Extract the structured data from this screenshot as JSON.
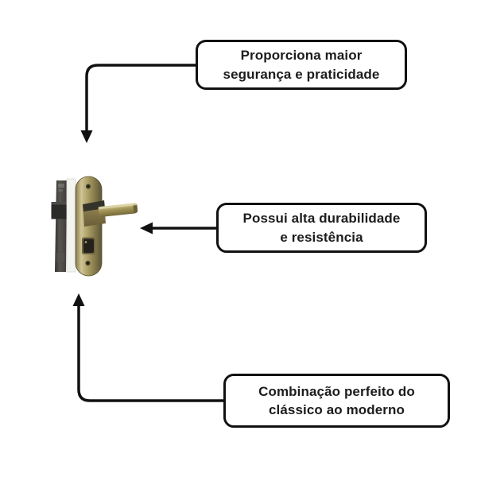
{
  "style": {
    "background": "#ffffff",
    "box_fill": "#ffffff",
    "box_border_color": "#111111",
    "text_color": "#1c1c1c",
    "arrow_color": "#111111"
  },
  "product": {
    "colors": {
      "plate_brass": "#a4985f",
      "plate_highlight": "#cfc494",
      "plate_shadow": "#5e5435",
      "handle_brass": "#a29355",
      "handle_highlight": "#d6cc9e",
      "lock_body": "#4c4a45",
      "bolt": "#2b2a28",
      "faceplate": "#f3f3f0",
      "keyhole": "#24211b",
      "screw": "#3f3926"
    }
  },
  "callouts": [
    {
      "line1": "Proporciona maior",
      "line2": "segurança e praticidade"
    },
    {
      "line1": "Possui alta durabilidade",
      "line2": "e resistência"
    },
    {
      "line1": "Combinação perfeito do",
      "line2": "clássico ao moderno"
    }
  ]
}
